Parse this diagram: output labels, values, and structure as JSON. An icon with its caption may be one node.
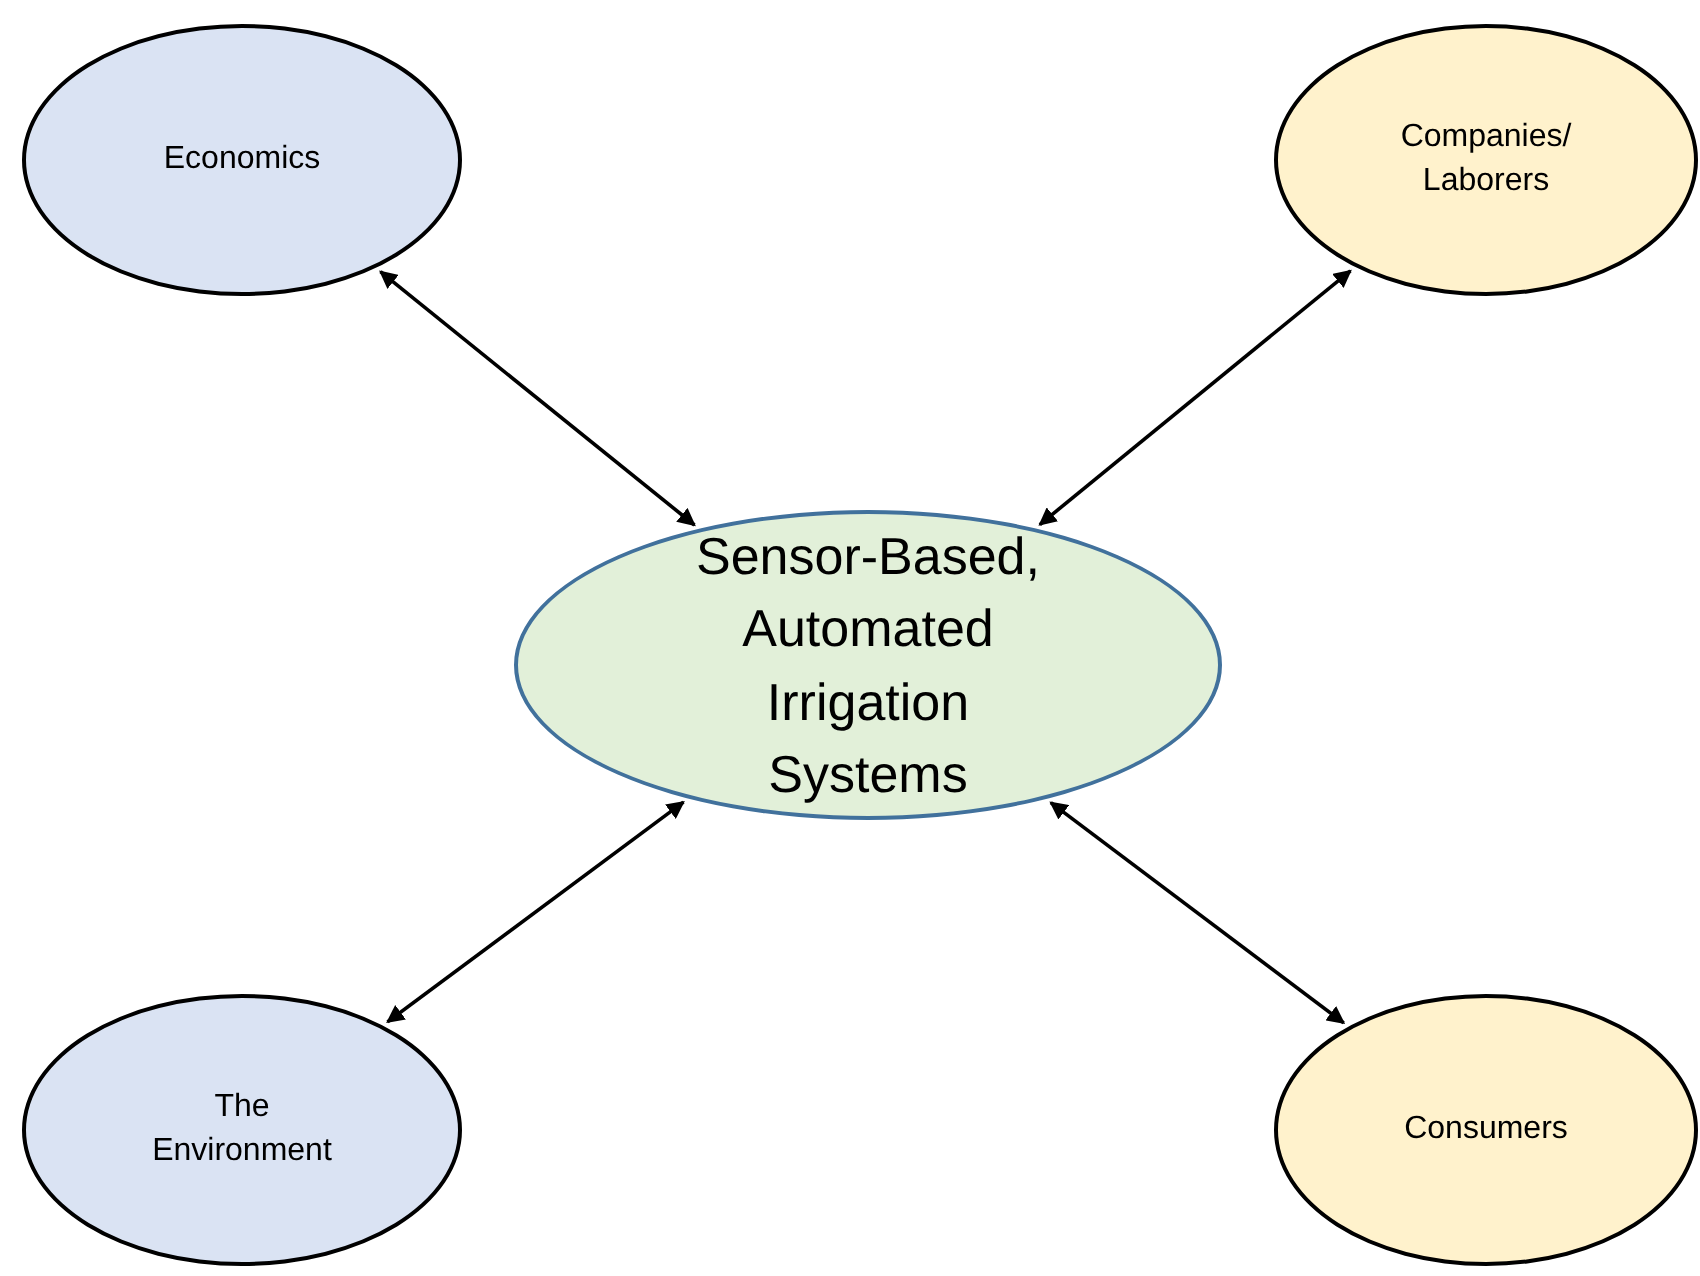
{
  "diagram": {
    "nodes": [
      {
        "text": [
          "Economics"
        ]
      },
      {
        "text": [
          "Companies/ Laborers"
        ]
      },
      {
        "text": [
          "Sensor-Based, Automated Irrigation Systems"
        ]
      },
      {
        "text": [
          "The Environment"
        ]
      },
      {
        "text": [
          "Consumers"
        ]
      }
    ],
    "edges": [
      {
        "from": 2,
        "to": 0,
        "arrow": "both"
      },
      {
        "from": 2,
        "to": 1,
        "arrow": "both"
      },
      {
        "from": 2,
        "to": 3,
        "arrow": "both"
      },
      {
        "from": 2,
        "to": 4,
        "arrow": "both"
      }
    ]
  }
}
